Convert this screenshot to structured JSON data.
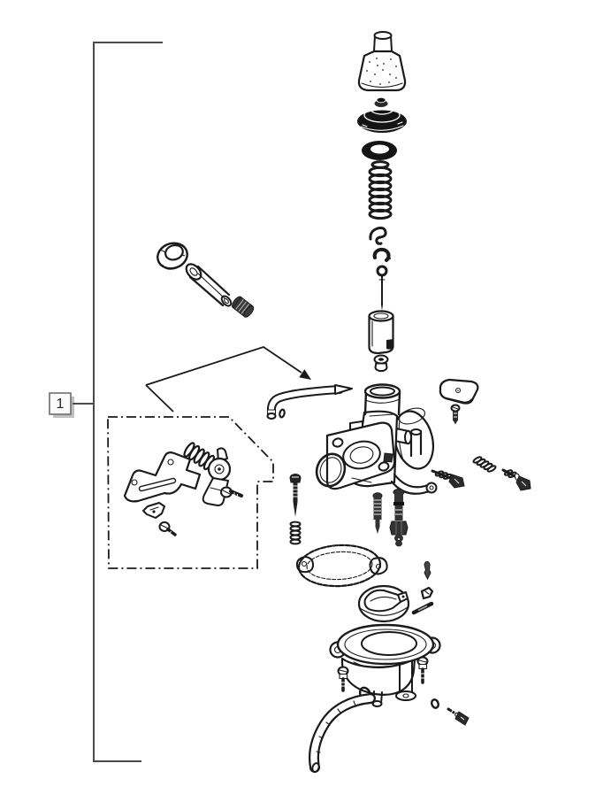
{
  "figure": {
    "callout": {
      "label": "1"
    },
    "parts": [
      "dust-cap",
      "carburetor-top-cap",
      "seal-ring",
      "throttle-spring",
      "cable-hook",
      "needle-clip",
      "jet-needle",
      "throttle-slide",
      "needle-set-nut",
      "intake-collar",
      "choke-pipe",
      "knurled-nut",
      "fuel-pipe",
      "carburetor-body",
      "flange-o-ring",
      "cover-plate",
      "plate-screw",
      "air-screw-with-spring",
      "adjust-spring",
      "stop-screw-with-spring",
      "linkage-bracket",
      "linkage-spring",
      "cam-lever",
      "lever-screw",
      "cable-clamp",
      "clamp-screw",
      "pilot-screw",
      "pilot-screw-spring",
      "pilot-jet",
      "main-jet-assembly",
      "chamber-gasket",
      "float",
      "float-valve",
      "valve-clip",
      "float-pin",
      "float-bowl",
      "bowl-screw-left",
      "bowl-screw-right",
      "hose-clamp",
      "drain-hose",
      "drain-o-ring",
      "drain-screw"
    ]
  },
  "colors": {
    "background": "#ffffff",
    "line": "#1a1a1a",
    "bracket": "#4a4a4a",
    "callout_fill": "#fafafa",
    "callout_border": "#6e6e6e",
    "callout_shadow": "#bfbfbf"
  }
}
